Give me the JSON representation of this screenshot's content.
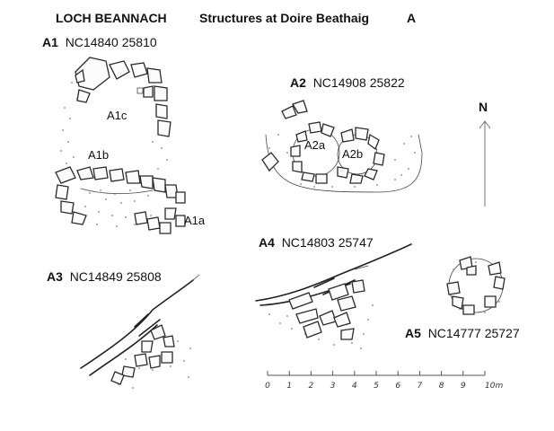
{
  "header": {
    "site": "LOCH BEANNACH",
    "subtitle": "Structures at Doire Beathaig",
    "sheet": "A"
  },
  "structures": [
    {
      "id": "A1",
      "grid_ref": "NC14840 25810"
    },
    {
      "id": "A2",
      "grid_ref": "NC14908 25822"
    },
    {
      "id": "A3",
      "grid_ref": "NC14849 25808"
    },
    {
      "id": "A4",
      "grid_ref": "NC14803 25747"
    },
    {
      "id": "A5",
      "grid_ref": "NC14777 25727"
    }
  ],
  "sub_labels": {
    "a1c": "A1c",
    "a1b": "A1b",
    "a1a": "A1a",
    "a2a": "A2a",
    "a2b": "A2b"
  },
  "north": {
    "label": "N"
  },
  "scale": {
    "ticks": [
      "0",
      "1",
      "2",
      "3",
      "4",
      "5",
      "6",
      "7",
      "8",
      "9",
      "10m"
    ]
  }
}
